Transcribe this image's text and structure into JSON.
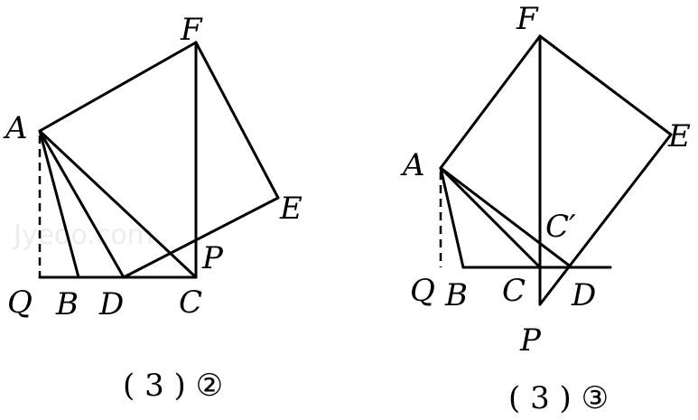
{
  "watermark": "Jyeoo.com",
  "figure_left": {
    "caption": "( 3 ) ②",
    "labels": {
      "F": "F",
      "A": "A",
      "E": "E",
      "P": "P",
      "Q": "Q",
      "B": "B",
      "D": "D",
      "C": "C"
    }
  },
  "figure_right": {
    "caption": "( 3 ) ③",
    "labels": {
      "F": "F",
      "E": "E",
      "A": "A",
      "Cp": "C′",
      "Q": "Q",
      "B": "B",
      "C": "C",
      "D": "D",
      "P": "P"
    }
  }
}
